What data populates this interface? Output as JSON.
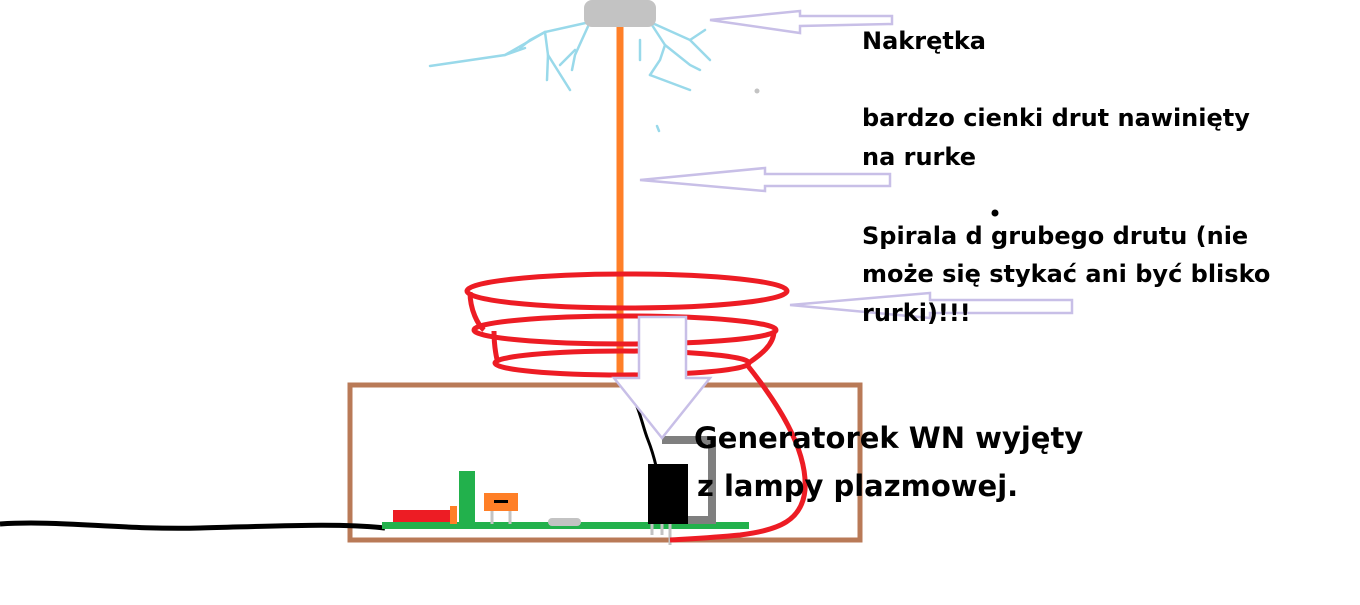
{
  "labels": {
    "nut": "Nakrętka",
    "wire_line1": "bardzo cienki drut nawinięty",
    "wire_line2": "na rurke",
    "spiral_line1": "Spirala d grubego drutu (nie",
    "spiral_line2": "może się stykać ani być blisko",
    "spiral_line3": "rurki)!!!",
    "gen_line1": "Generatorek WN wyjęty",
    "gen_line2": "z lampy plazmowej."
  },
  "colors": {
    "box": "#b97a57",
    "rod": "#ff7f27",
    "coil": "#ed1c24",
    "spark": "#99d9ea",
    "arrow": "#c8bfe7",
    "pcb": "#22b14c",
    "nut": "#c3c3c3",
    "cable": "#000000"
  }
}
